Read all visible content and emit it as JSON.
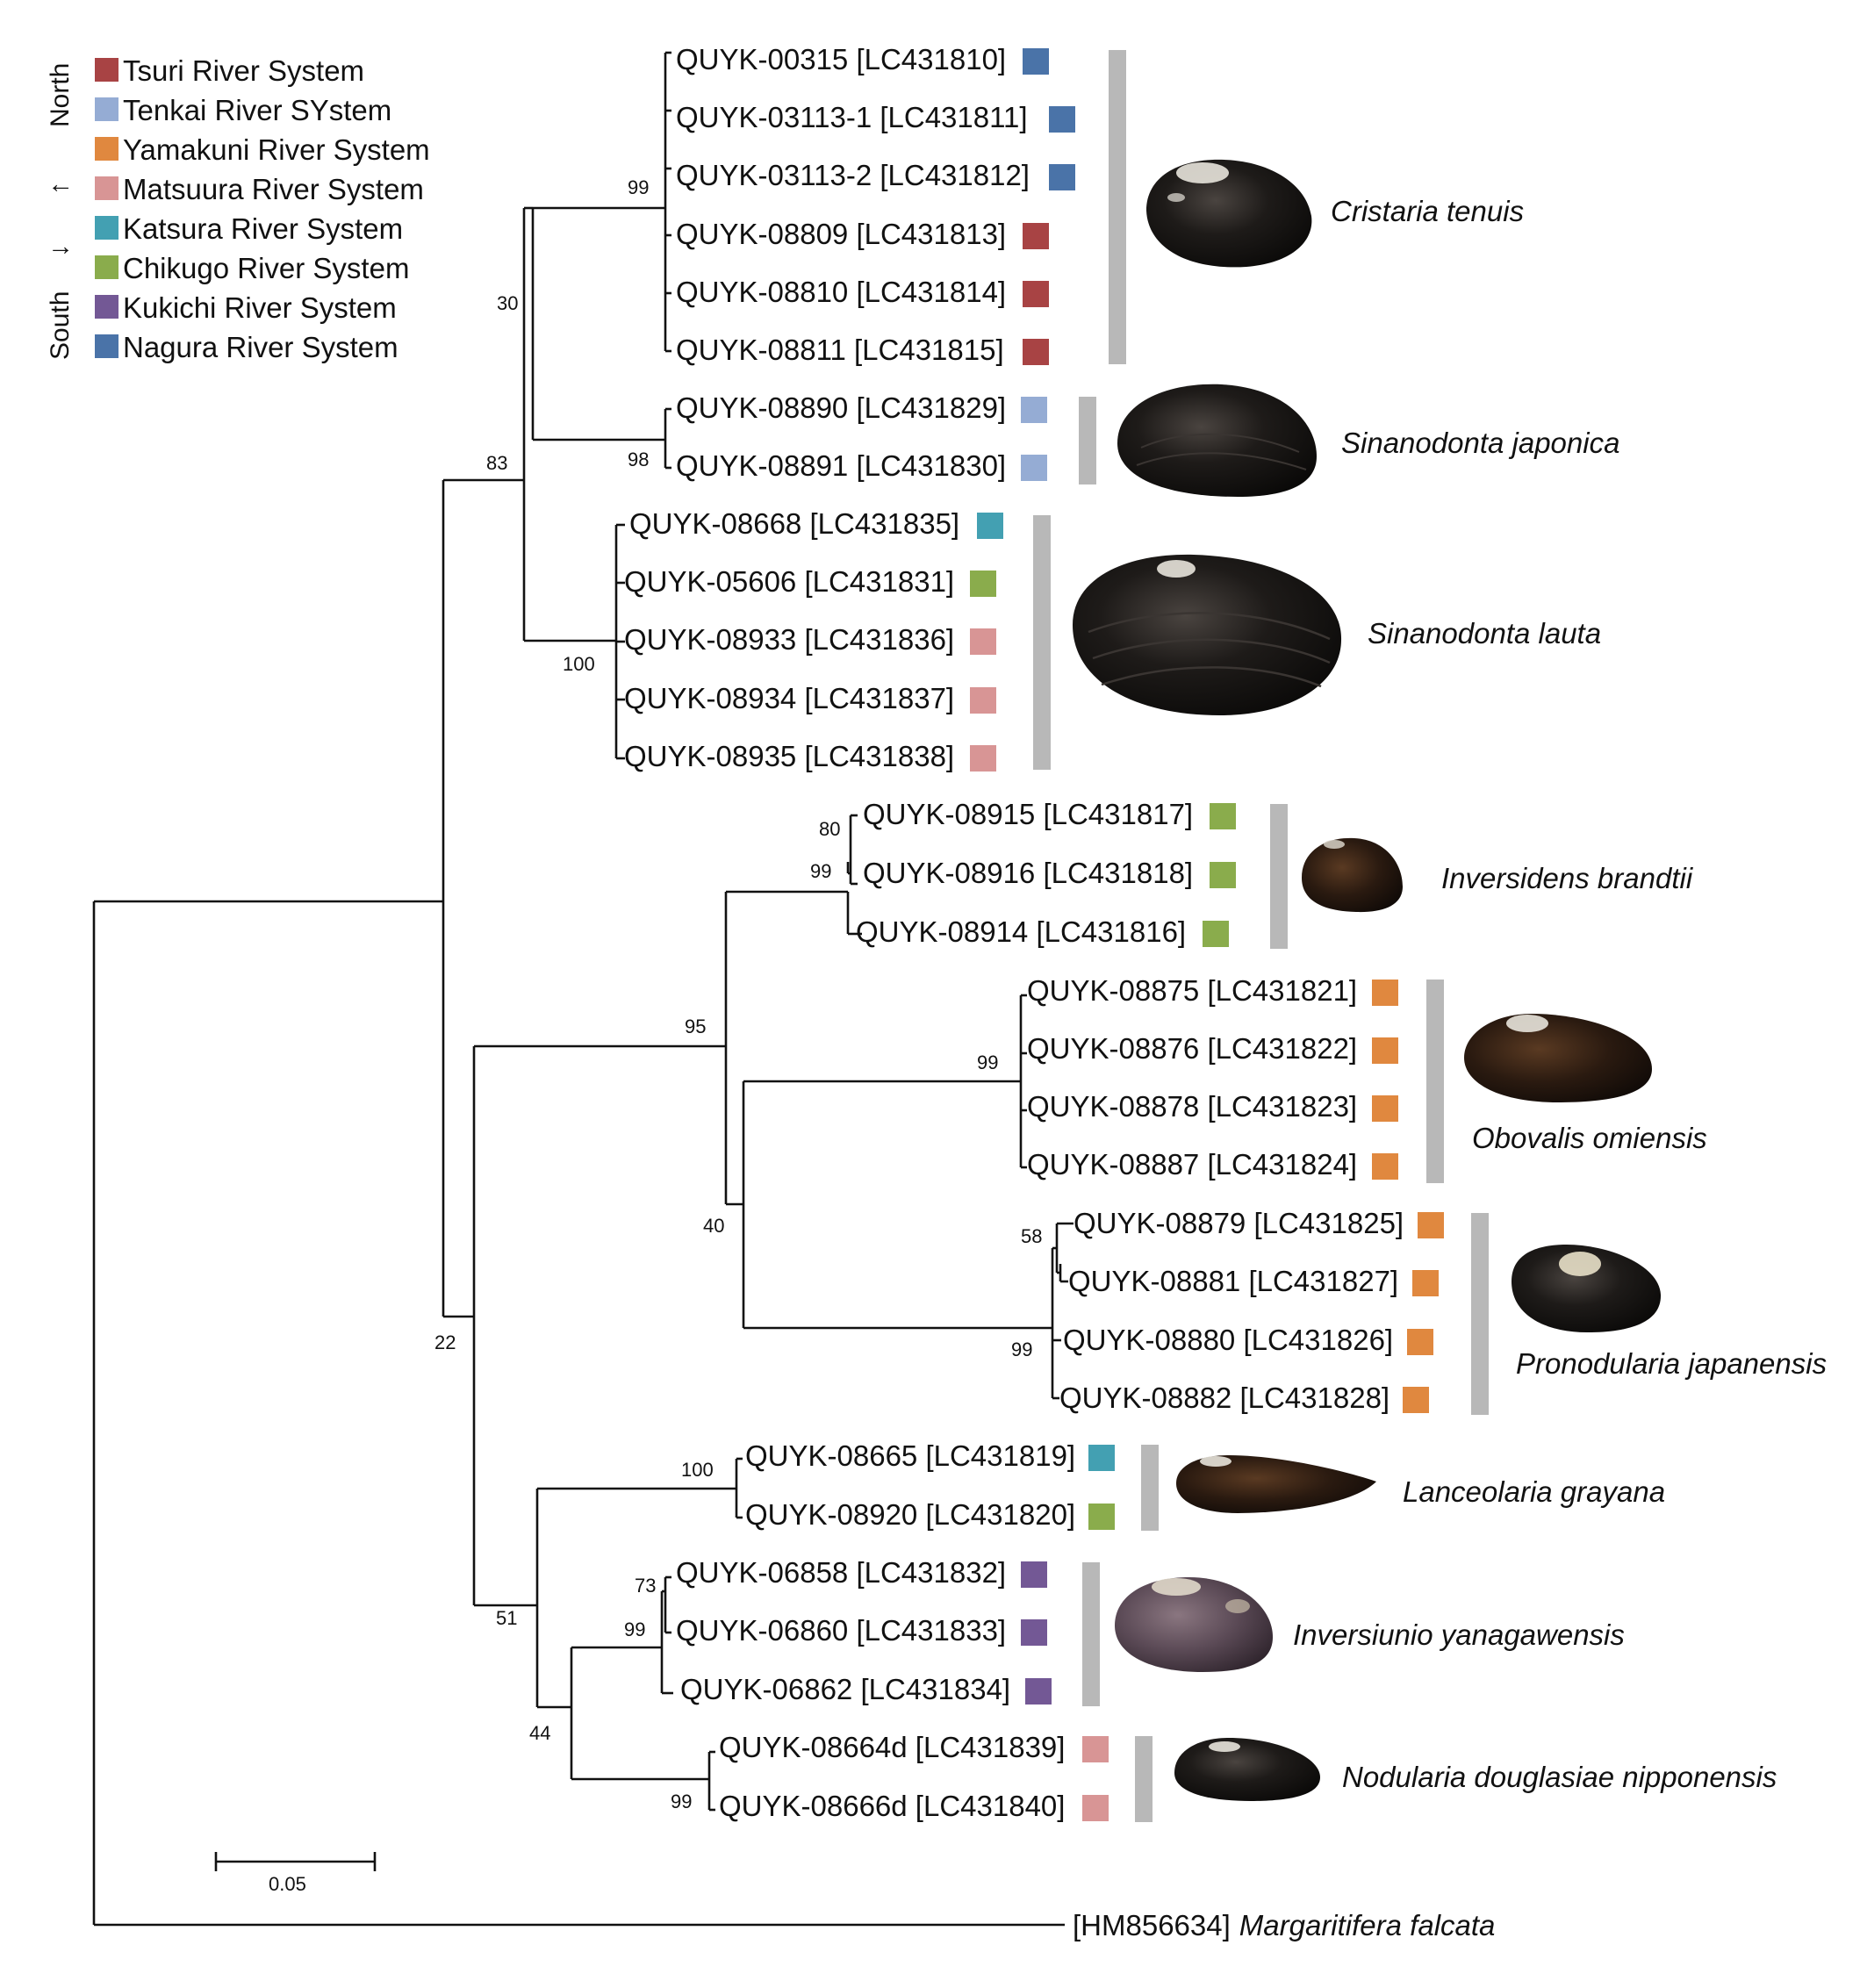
{
  "legend": {
    "north_label": "North",
    "south_label": "South",
    "arrow_up": "↑",
    "arrow_down": "↓",
    "items": [
      {
        "label": "Tsuri River System",
        "color": "#a84344"
      },
      {
        "label": "Tenkai River SYstem",
        "color": "#95acd4"
      },
      {
        "label": "Yamakuni River System",
        "color": "#e0883f"
      },
      {
        "label": "Matsuura River System",
        "color": "#d89595"
      },
      {
        "label": "Katsura River System",
        "color": "#43a0b2"
      },
      {
        "label": "Chikugo River System",
        "color": "#8aac4c"
      },
      {
        "label": "Kukichi River System",
        "color": "#735895"
      },
      {
        "label": "Nagura River System",
        "color": "#4a73a8"
      }
    ]
  },
  "tree": {
    "leaves": [
      {
        "label": "QUYK-00315 [LC431810]",
        "system": 7
      },
      {
        "label": "QUYK-03113-1 [LC431811]",
        "system": 7
      },
      {
        "label": "QUYK-03113-2 [LC431812]",
        "system": 7
      },
      {
        "label": "QUYK-08809 [LC431813]",
        "system": 0
      },
      {
        "label": "QUYK-08810 [LC431814]",
        "system": 0
      },
      {
        "label": "QUYK-08811 [LC431815]",
        "system": 0
      },
      {
        "label": "QUYK-08890 [LC431829]",
        "system": 1
      },
      {
        "label": "QUYK-08891 [LC431830]",
        "system": 1
      },
      {
        "label": "QUYK-08668 [LC431835]",
        "system": 4
      },
      {
        "label": "QUYK-05606 [LC431831]",
        "system": 5
      },
      {
        "label": "QUYK-08933 [LC431836]",
        "system": 3
      },
      {
        "label": "QUYK-08934 [LC431837]",
        "system": 3
      },
      {
        "label": "QUYK-08935 [LC431838]",
        "system": 3
      },
      {
        "label": "QUYK-08915 [LC431817]",
        "system": 5
      },
      {
        "label": "QUYK-08916 [LC431818]",
        "system": 5
      },
      {
        "label": "QUYK-08914 [LC431816]",
        "system": 5
      },
      {
        "label": "QUYK-08875 [LC431821]",
        "system": 2
      },
      {
        "label": "QUYK-08876 [LC431822]",
        "system": 2
      },
      {
        "label": "QUYK-08878 [LC431823]",
        "system": 2
      },
      {
        "label": "QUYK-08887 [LC431824]",
        "system": 2
      },
      {
        "label": "QUYK-08879 [LC431825]",
        "system": 2
      },
      {
        "label": "QUYK-08881 [LC431827]",
        "system": 2
      },
      {
        "label": "QUYK-08880 [LC431826]",
        "system": 2
      },
      {
        "label": "QUYK-08882 [LC431828]",
        "system": 2
      },
      {
        "label": "QUYK-08665 [LC431819]",
        "system": 4
      },
      {
        "label": "QUYK-08920 [LC431820]",
        "system": 5
      },
      {
        "label": "QUYK-06858 [LC431832]",
        "system": 6
      },
      {
        "label": "QUYK-06860 [LC431833]",
        "system": 6
      },
      {
        "label": "QUYK-06862 [LC431834]",
        "system": 6
      },
      {
        "label": "QUYK-08664d [LC431839]",
        "system": 3
      },
      {
        "label": "QUYK-08666d [LC431840]",
        "system": 3
      }
    ],
    "outgroup": {
      "accession": "[HM856634]",
      "species": "Margaritifera falcata"
    },
    "bootstrap": [
      "99",
      "98",
      "30",
      "100",
      "83",
      "80",
      "99",
      "99",
      "95",
      "58",
      "99",
      "40",
      "100",
      "73",
      "99",
      "99",
      "44",
      "51",
      "22"
    ],
    "scale_bar_label": "0.05",
    "species": [
      "Cristaria tenuis",
      "Sinanodonta japonica",
      "Sinanodonta lauta",
      "Inversidens brandtii",
      "Obovalis omiensis",
      "Pronodularia japanensis",
      "Lanceolaria grayana",
      "Inversiunio yanagawensis",
      "Nodularia douglasiae nipponensis"
    ]
  }
}
